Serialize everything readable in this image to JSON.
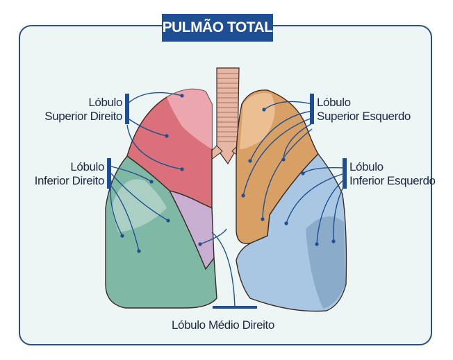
{
  "title": "PULMÃO TOTAL",
  "labels": {
    "rsl": [
      "Lóbulo",
      "Superior Direito"
    ],
    "ril": [
      "Lóbulo",
      "Inferior Direito"
    ],
    "lsl": [
      "Lóbulo",
      "Superior Esquerdo"
    ],
    "lil": [
      "Lóbulo",
      "Inferior Esquerdo"
    ],
    "rml": "Lóbulo Médio Direito"
  },
  "colors": {
    "frame": "#2b4f82",
    "title_bg": "#1e4f93",
    "right_upper": "#d9707a",
    "right_middle": "#c8aed0",
    "right_lower": "#7fb8a5",
    "left_upper": "#d9a066",
    "left_lower": "#a9c6e2",
    "trachea": "#e8b7a3",
    "leader": "#1e4f93"
  }
}
